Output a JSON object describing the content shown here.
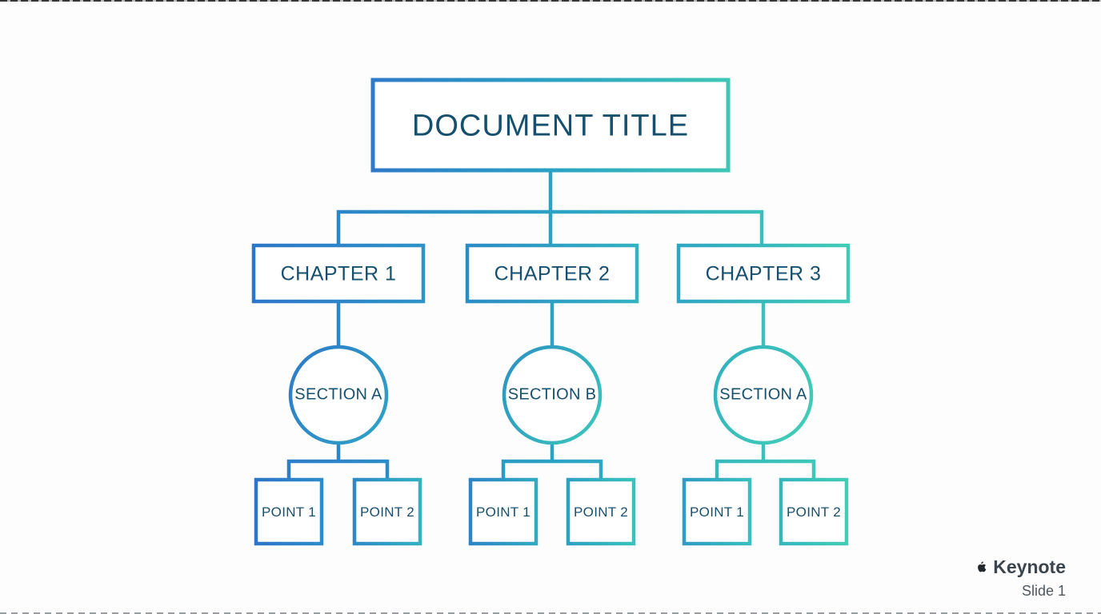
{
  "slide": {
    "title": "DOCUMENT TITLE",
    "chapters": [
      {
        "label": "CHAPTER 1",
        "section": "SECTION A",
        "points": [
          "POINT 1",
          "POINT 2"
        ]
      },
      {
        "label": "CHAPTER 2",
        "section": "SECTION B",
        "points": [
          "POINT 1",
          "POINT 2"
        ]
      },
      {
        "label": "CHAPTER 3",
        "section": "SECTION A",
        "points": [
          "POINT 1",
          "POINT 2"
        ]
      }
    ]
  },
  "footer": {
    "app_name": "Keynote",
    "slide_label": "Slide 1",
    "apple_logo_icon": "apple-icon"
  },
  "colors": {
    "gradient_start": "#2E78C8",
    "gradient_mid": "#2BA2C4",
    "gradient_end": "#41CBB7",
    "diagram_text": "#17506E",
    "footer_text": "#3B454F",
    "footer_subtext": "#4E5860"
  }
}
